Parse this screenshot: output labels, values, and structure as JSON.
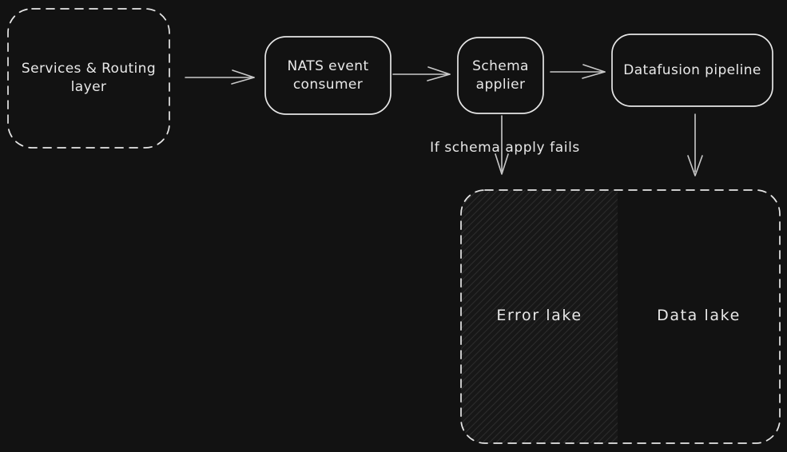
{
  "colors": {
    "background": "#121212",
    "stroke": "#e6e6e6",
    "arrow": "#c9c9c9",
    "hatch_line": "#2c2c2c"
  },
  "diagram": {
    "nodes": {
      "services": {
        "label": "Services & Routing layer"
      },
      "nats": {
        "label": "NATS event consumer"
      },
      "schema": {
        "label": "Schema applier"
      },
      "datafusion": {
        "label": "Datafusion pipeline"
      }
    },
    "edges": {
      "schema_fail": {
        "label": "If schema apply fails"
      }
    },
    "lakes": {
      "error": {
        "label": "Error lake"
      },
      "data": {
        "label": "Data lake"
      }
    }
  }
}
